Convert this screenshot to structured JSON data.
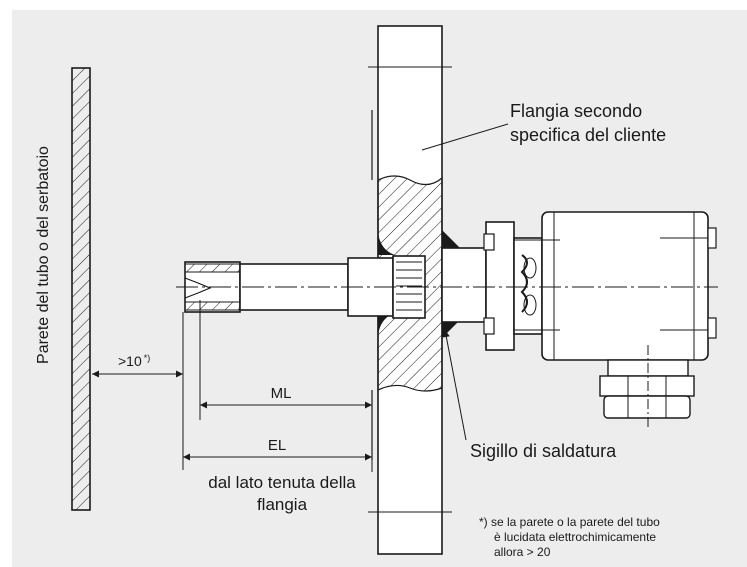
{
  "labels": {
    "wall": "Parete del tubo o del serbatoio",
    "flange_line1": "Flangia secondo",
    "flange_line2": "specifica del cliente",
    "weld_seal": "Sigillo di saldatura",
    "gap": ">10",
    "gap_sup": "*)",
    "ml": "ML",
    "el": "EL",
    "flange_side_line1": "dal lato tenuta della",
    "flange_side_line2": "flangia",
    "footnote_line1": "*) se la parete o la parete del tubo",
    "footnote_line2": "è lucidata elettrochimicamente",
    "footnote_line3": "allora > 20"
  },
  "colors": {
    "background": "#ededed",
    "line": "#1a1a1a"
  }
}
